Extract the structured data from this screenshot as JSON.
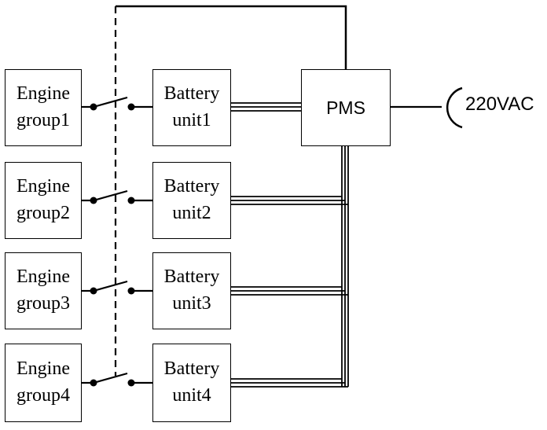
{
  "engines": [
    {
      "line1": "Engine",
      "line2": "group1"
    },
    {
      "line1": "Engine",
      "line2": "group2"
    },
    {
      "line1": "Engine",
      "line2": "group3"
    },
    {
      "line1": "Engine",
      "line2": "group4"
    }
  ],
  "batteries": [
    {
      "line1": "Battery",
      "line2": "unit1"
    },
    {
      "line1": "Battery",
      "line2": "unit2"
    },
    {
      "line1": "Battery",
      "line2": "unit3"
    },
    {
      "line1": "Battery",
      "line2": "unit4"
    }
  ],
  "pms": {
    "label": "PMS"
  },
  "power_source": {
    "label": "220VAC"
  }
}
